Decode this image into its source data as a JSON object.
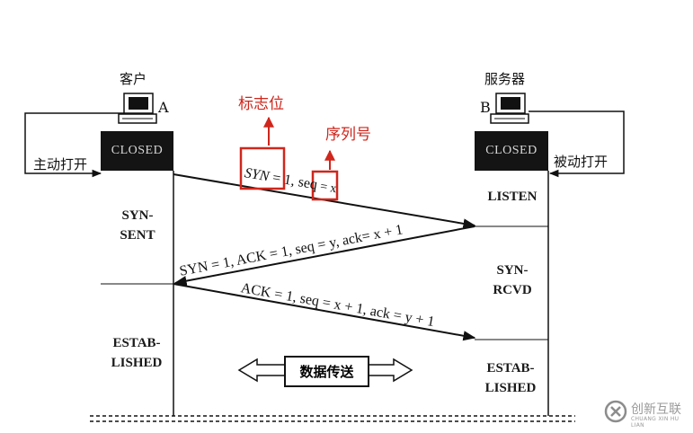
{
  "client": {
    "title": "客户",
    "host_letter": "A",
    "open_label": "主动打开",
    "initial_state": "CLOSED"
  },
  "server": {
    "title": "服务器",
    "host_letter": "B",
    "open_label": "被动打开",
    "initial_state": "CLOSED"
  },
  "client_states": {
    "syn_sent_1": "SYN-",
    "syn_sent_2": "SENT",
    "established_1": "ESTAB-",
    "established_2": "LISHED"
  },
  "server_states": {
    "listen": "LISTEN",
    "syn_rcvd_1": "SYN-",
    "syn_rcvd_2": "RCVD",
    "established_1": "ESTAB-",
    "established_2": "LISHED"
  },
  "messages": {
    "m1_flag": "SYN",
    "m1_rest": " = 1, ",
    "m1_seq": "seq",
    "m1_tail": " = x",
    "m2": "SYN = 1, ACK = 1, seq = y, ack= x + 1",
    "m3": "ACK = 1, seq = x + 1, ack = y + 1"
  },
  "annotations": {
    "flag_bit": "标志位",
    "sequence_number": "序列号"
  },
  "data_transfer_label": "数据传送",
  "watermark": {
    "name": "创新互联",
    "sub": "CHUANG XIN HU LIAN"
  },
  "colors": {
    "annotation": "#d0261c",
    "line": "#111111",
    "closed_box": "#141414"
  }
}
